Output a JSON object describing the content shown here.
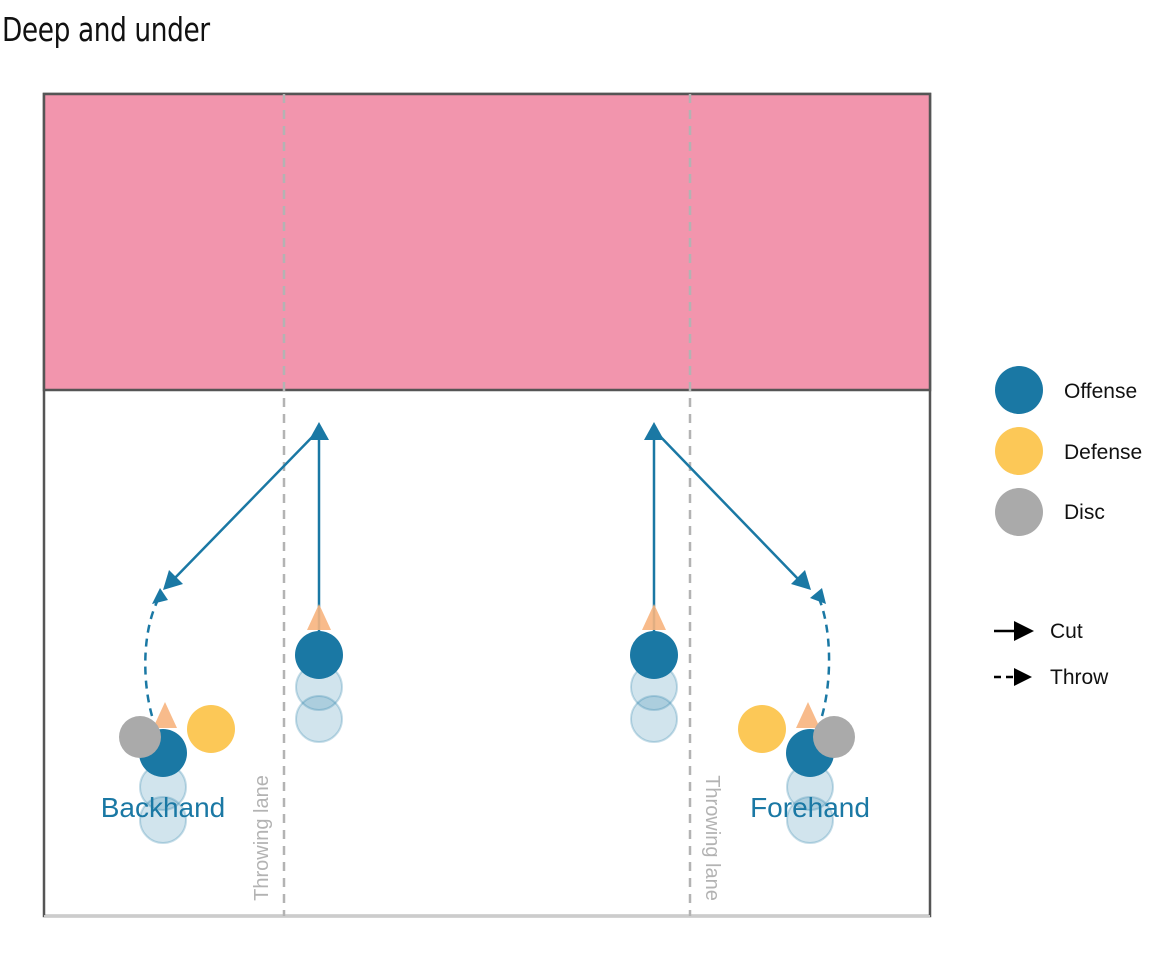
{
  "title": "Deep and under",
  "labels": {
    "backhand": "Backhand",
    "forehand": "Forehand",
    "lane_left": "Throwing lane",
    "lane_right": "Throwing lane"
  },
  "legend": {
    "offense": "Offense",
    "defense": "Defense",
    "disc": "Disc",
    "cut": "Cut",
    "throw": "Throw"
  },
  "colors": {
    "offense": "#1a78a4",
    "defense": "#fcc857",
    "disc": "#aaaaaa",
    "endzone": "#f295ad",
    "lane": "#b3b3b3",
    "mark": "#f7b47e",
    "border": "#555555"
  }
}
